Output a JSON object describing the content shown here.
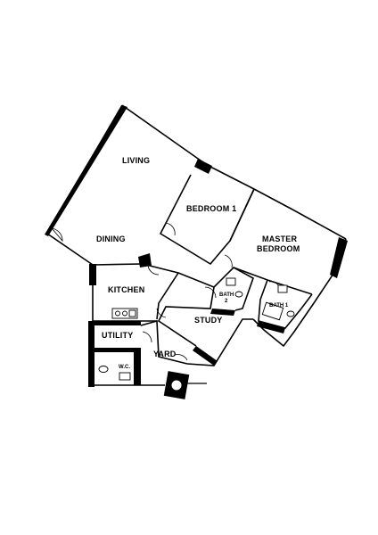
{
  "rooms": {
    "living": "LIVING",
    "dining": "DINING",
    "bedroom1": "BEDROOM 1",
    "master_line1": "MASTER",
    "master_line2": "BEDROOM",
    "kitchen": "KITCHEN",
    "study": "STUDY",
    "bath2_line1": "BATH",
    "bath2_line2": "2",
    "bath1": "BATH 1",
    "utility": "UTILITY",
    "wc": "W.C.",
    "yard": "YARD"
  },
  "colors": {
    "wall": "#000000",
    "background": "#ffffff"
  }
}
